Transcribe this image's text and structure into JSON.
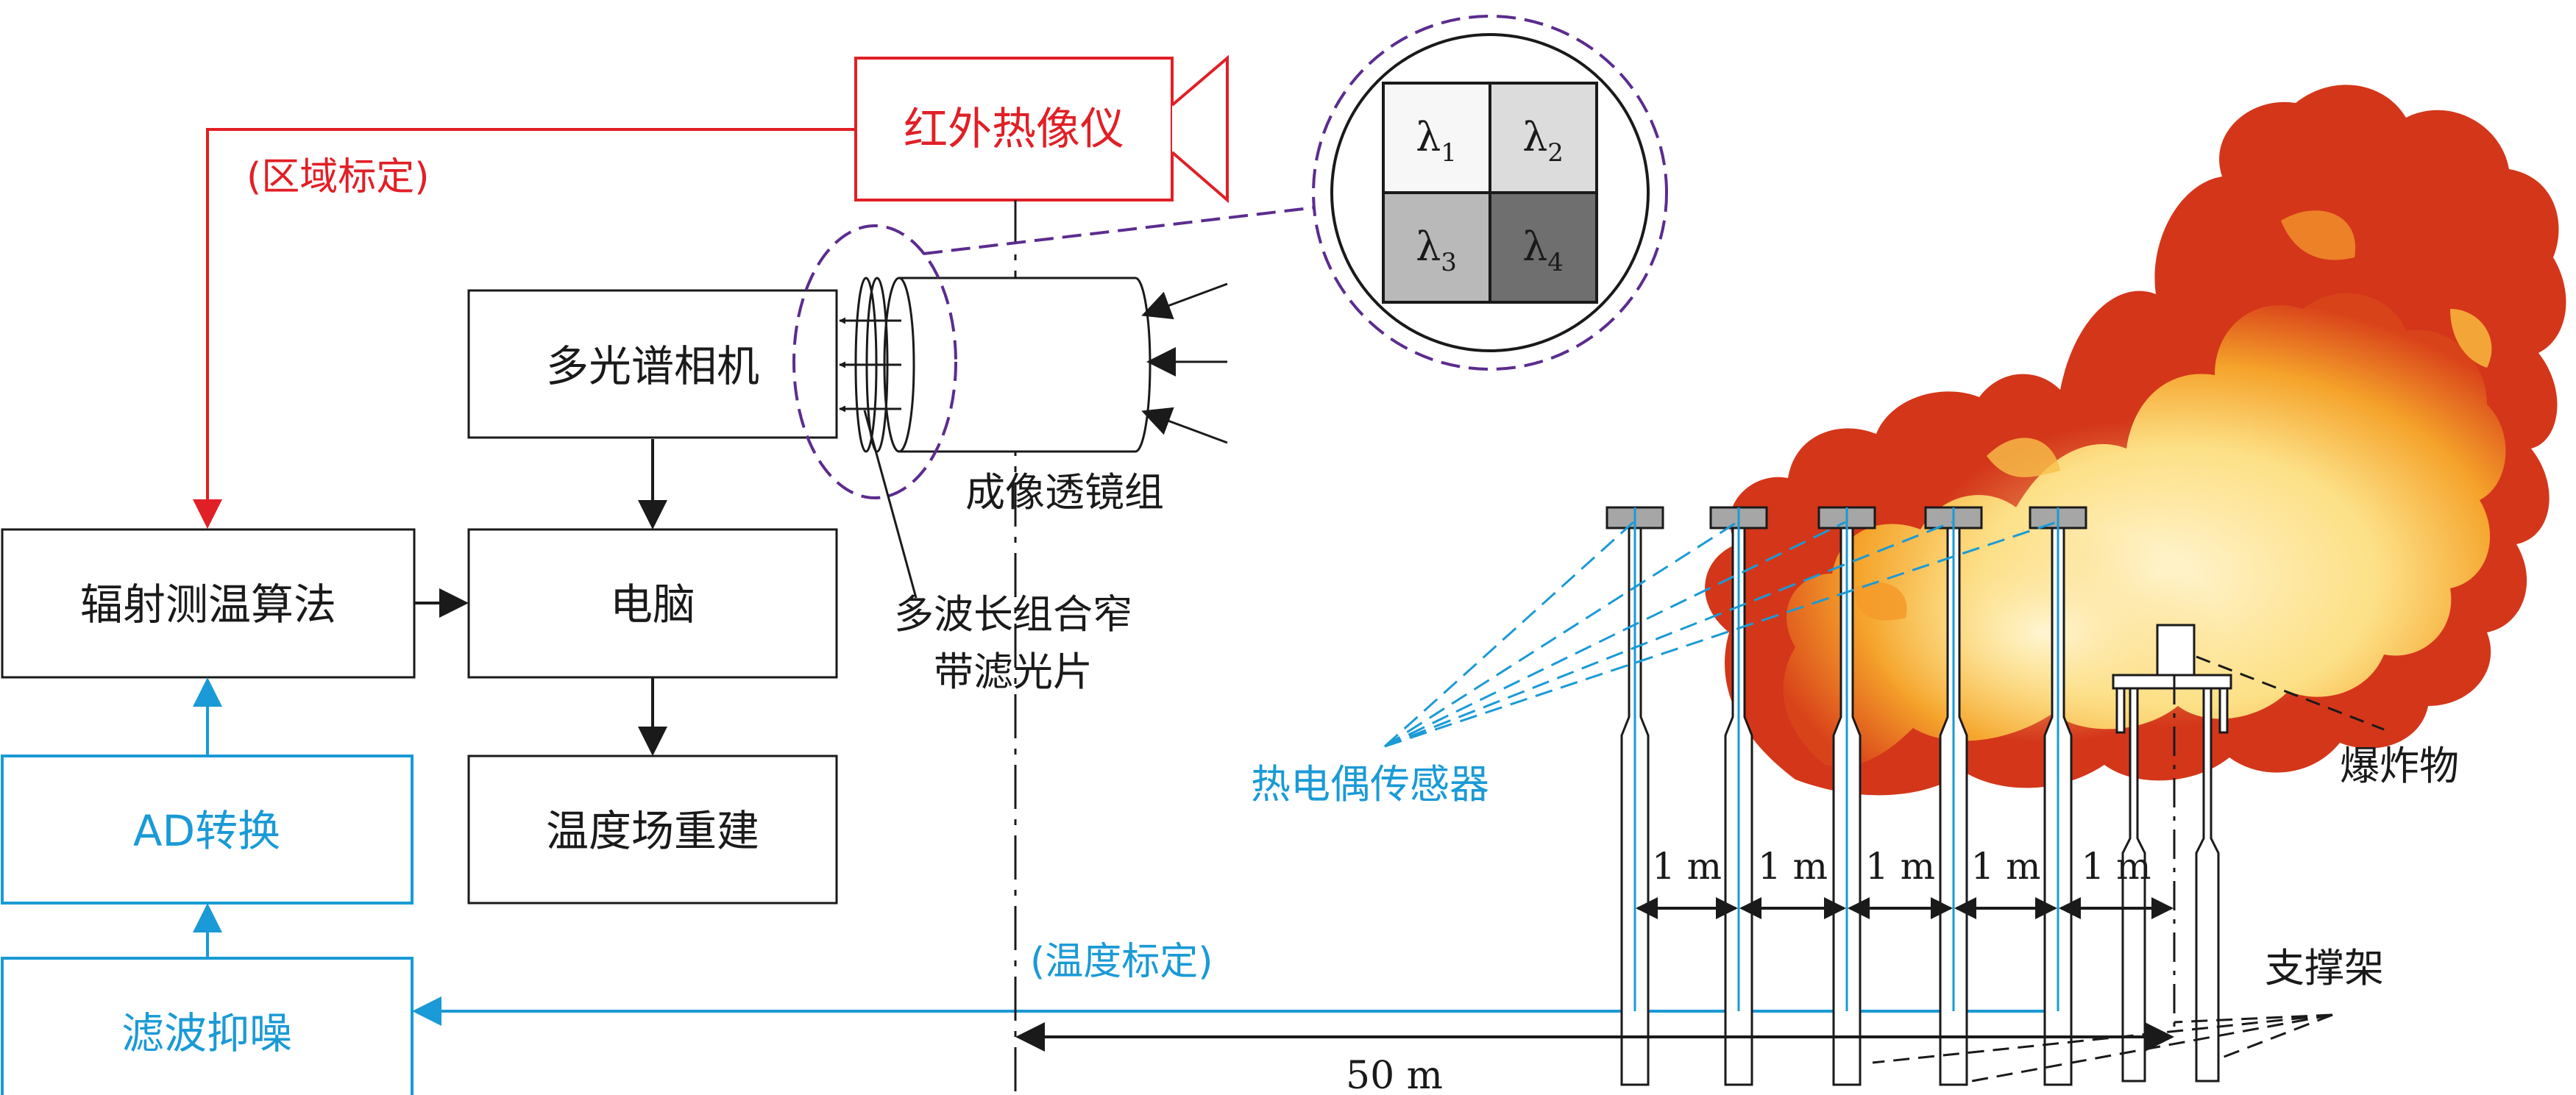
{
  "colors": {
    "red": "#e11f26",
    "blue": "#1a9ad6",
    "black": "#1a1a1a",
    "purple": "#5b2c8f",
    "gray_support": "#8c8c8c"
  },
  "blocks": {
    "thermal_camera": "红外热像仪",
    "multispectral_camera": "多光谱相机",
    "algorithm": "辐射测温算法",
    "computer": "电脑",
    "reconstruction": "温度场重建",
    "ad_conversion": "AD转换",
    "filter_denoise": "滤波抑噪"
  },
  "labels": {
    "region_calibration": "(区域标定)",
    "temperature_calibration": "(温度标定)",
    "lens_group": "成像透镜组",
    "filter_line1": "多波长组合窄",
    "filter_line2": "带滤光片",
    "thermocouple": "热电偶传感器",
    "explosive": "爆炸物",
    "support": "支撑架",
    "distance_50": "50 m"
  },
  "spacings": [
    "1 m",
    "1 m",
    "1 m",
    "1 m",
    "1 m"
  ],
  "filter_cells": [
    {
      "sym": "λ",
      "sub": "1",
      "fill": "#f7f7f7"
    },
    {
      "sym": "λ",
      "sub": "2",
      "fill": "#dcdcdc"
    },
    {
      "sym": "λ",
      "sub": "3",
      "fill": "#b9b9b9"
    },
    {
      "sym": "λ",
      "sub": "4",
      "fill": "#6f6f6f"
    }
  ]
}
